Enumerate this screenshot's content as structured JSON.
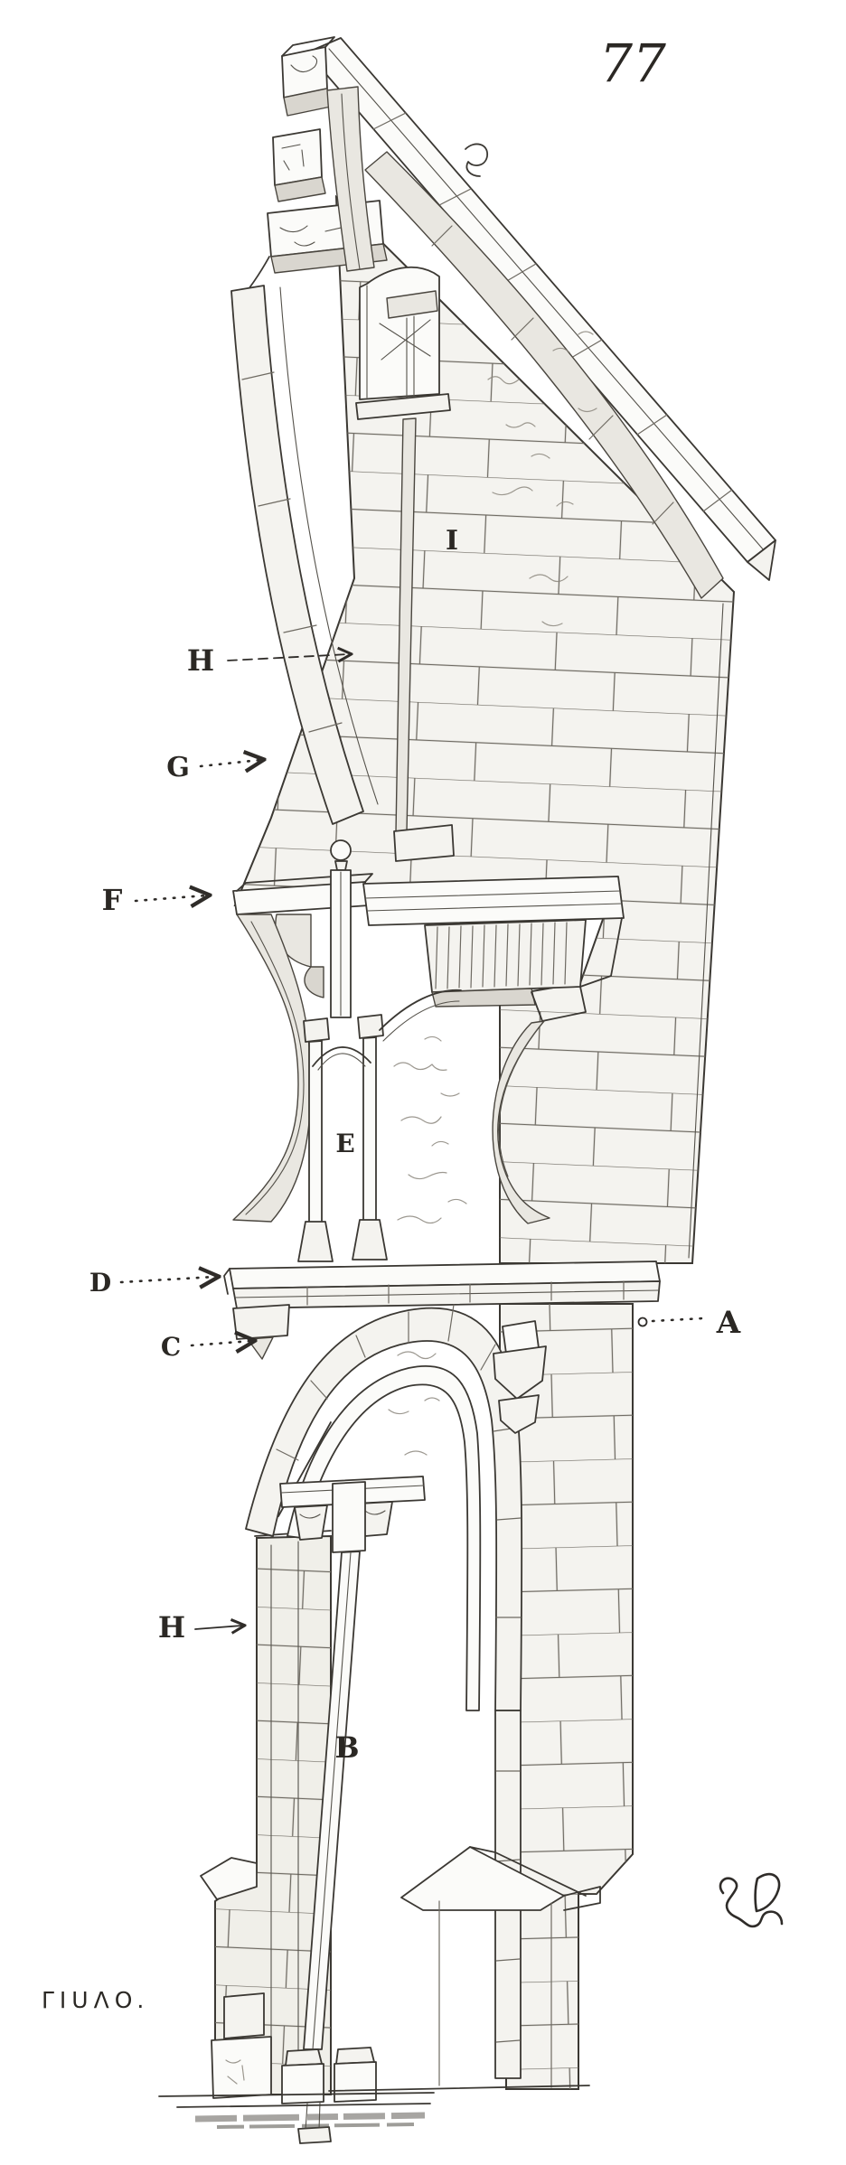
{
  "figure_number": "77",
  "labels": {
    "A": "A",
    "B": "B",
    "C": "C",
    "D": "D",
    "E": "E",
    "F": "F",
    "G": "G",
    "H_upper": "H",
    "H_lower": "H",
    "I": "I"
  },
  "imprint": "ΓΙUΛO.",
  "palette": {
    "ink": "#2f2c29",
    "paper": "#ffffff",
    "stone_light": "#f4f3ef",
    "stone_shade": "#d9d6cf"
  }
}
